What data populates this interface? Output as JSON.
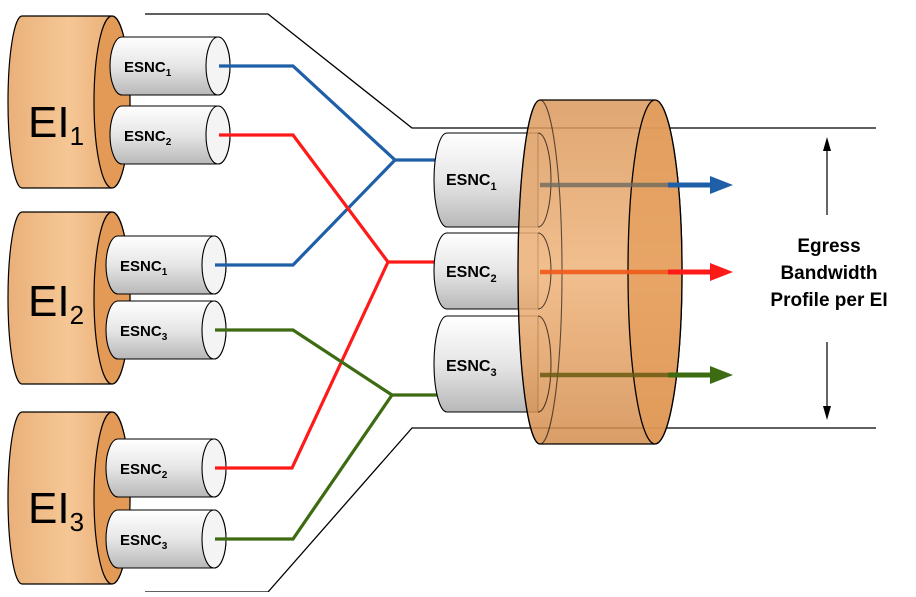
{
  "colors": {
    "blue": "#1f5fa8",
    "red": "#ff1a1a",
    "green": "#3d6b12",
    "copper_light": "#f2c28e",
    "copper_dark": "#e0944c",
    "cylinder_face": "#e9e9e9"
  },
  "ingress": [
    {
      "label": "EI",
      "sub": "1",
      "connections": [
        {
          "label": "ESNC",
          "sub": "1",
          "color": "blue"
        },
        {
          "label": "ESNC",
          "sub": "2",
          "color": "red"
        }
      ]
    },
    {
      "label": "EI",
      "sub": "2",
      "connections": [
        {
          "label": "ESNC",
          "sub": "1",
          "color": "blue"
        },
        {
          "label": "ESNC",
          "sub": "3",
          "color": "green"
        }
      ]
    },
    {
      "label": "EI",
      "sub": "3",
      "connections": [
        {
          "label": "ESNC",
          "sub": "2",
          "color": "red"
        },
        {
          "label": "ESNC",
          "sub": "3",
          "color": "green"
        }
      ]
    }
  ],
  "egress": [
    {
      "label": "ESNC",
      "sub": "1",
      "color": "blue"
    },
    {
      "label": "ESNC",
      "sub": "2",
      "color": "red"
    },
    {
      "label": "ESNC",
      "sub": "3",
      "color": "green"
    }
  ],
  "annotation": {
    "line1": "Egress",
    "line2": "Bandwidth",
    "line3": "Profile per EI"
  }
}
